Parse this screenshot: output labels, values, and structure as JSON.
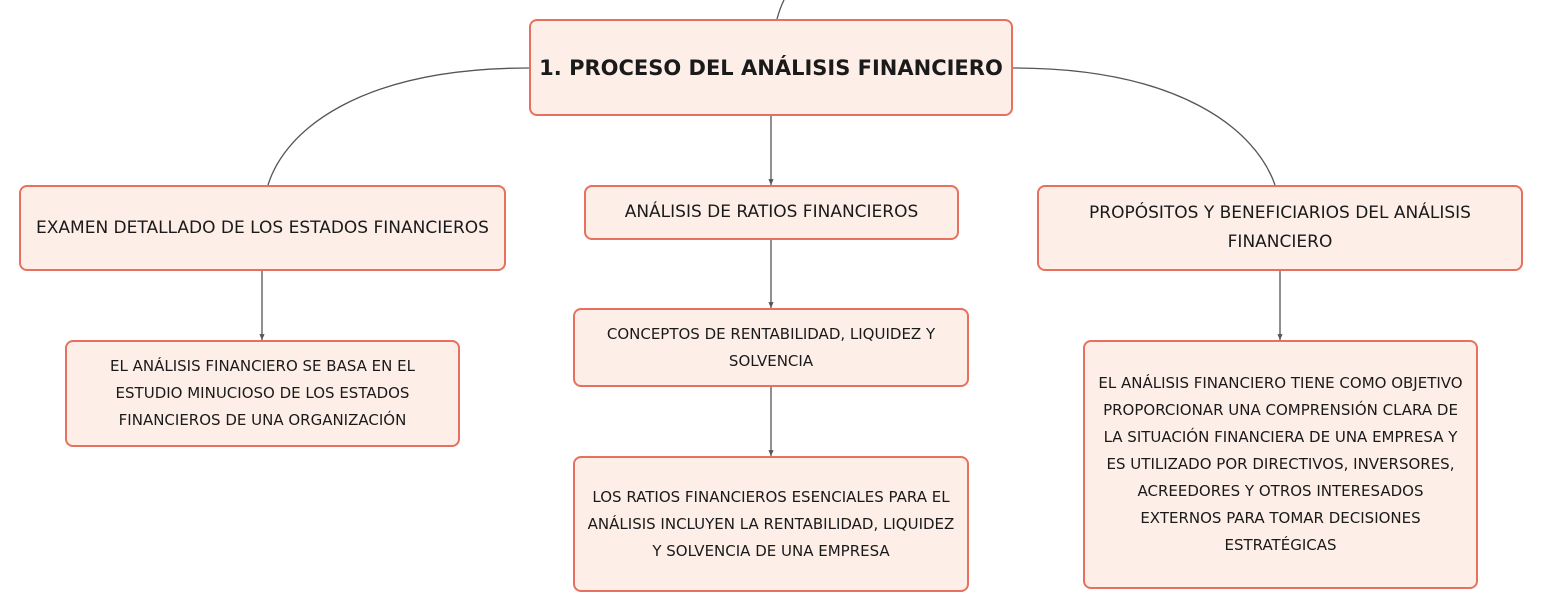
{
  "root": {
    "label": "1. PROCESO DEL ANÁLISIS FINANCIERO"
  },
  "branches": [
    {
      "label": "EXAMEN DETALLADO DE LOS ESTADOS FINANCIEROS",
      "children": [
        "EL ANÁLISIS FINANCIERO SE BASA EN EL ESTUDIO MINUCIOSO DE LOS ESTADOS FINANCIEROS DE UNA ORGANIZACIÓN"
      ]
    },
    {
      "label": "ANÁLISIS DE RATIOS FINANCIEROS",
      "children": [
        "CONCEPTOS DE RENTABILIDAD, LIQUIDEZ Y SOLVENCIA",
        "LOS RATIOS FINANCIEROS ESENCIALES PARA EL ANÁLISIS INCLUYEN LA RENTABILIDAD, LIQUIDEZ Y SOLVENCIA DE UNA EMPRESA"
      ]
    },
    {
      "label": "PROPÓSITOS Y BENEFICIARIOS DEL ANÁLISIS FINANCIERO",
      "children": [
        "EL ANÁLISIS FINANCIERO TIENE COMO OBJETIVO PROPORCIONAR UNA COMPRENSIÓN CLARA DE LA SITUACIÓN FINANCIERA DE UNA EMPRESA Y ES UTILIZADO POR DIRECTIVOS, INVERSORES, ACREEDORES Y OTROS INTERESADOS EXTERNOS PARA TOMAR DECISIONES ESTRATÉGICAS"
      ]
    }
  ],
  "colors": {
    "node_fill": "#fdeee8",
    "node_border": "#e8705e",
    "connector": "#555555"
  }
}
